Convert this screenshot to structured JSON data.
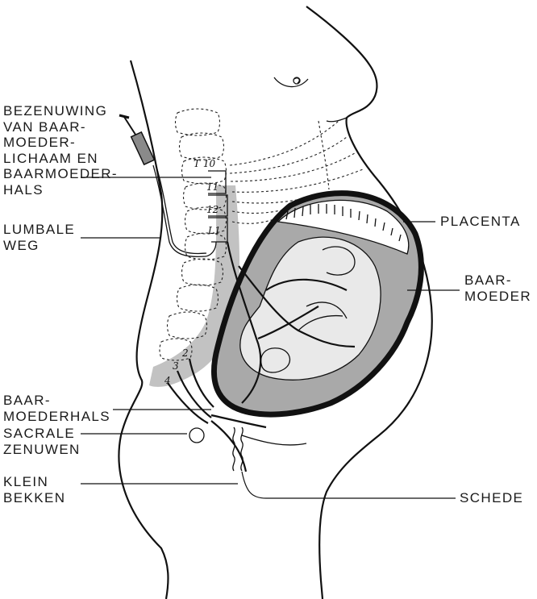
{
  "labels": {
    "bezenuwing": [
      "BEZENUWING",
      "VAN BAAR-",
      "MOEDER-",
      "LICHAAM EN",
      "BAARMOEDER-",
      "HALS"
    ],
    "lumbale_weg": [
      "LUMBALE",
      "WEG"
    ],
    "baarmoederhals": [
      "BAAR-",
      "MOEDERHALS"
    ],
    "sacrale_zenuwen": [
      "SACRALE",
      "ZENUWEN"
    ],
    "klein_bekken": [
      "KLEIN",
      "BEKKEN"
    ],
    "placenta": "PLACENTA",
    "baarmoeder": [
      "BAAR-",
      "MOEDER"
    ],
    "schede": "SCHEDE"
  },
  "vertebra_labels": {
    "t10": "T 10",
    "n11": "11",
    "n12": "12",
    "l1": "L1",
    "s2": "2",
    "s3": "3",
    "s4": "4"
  },
  "colors": {
    "ink": "#111111",
    "uterus_fill": "#a9a9a9",
    "spine_shade": "#c2c2c2",
    "fetus_fill": "#e9e9e9"
  }
}
